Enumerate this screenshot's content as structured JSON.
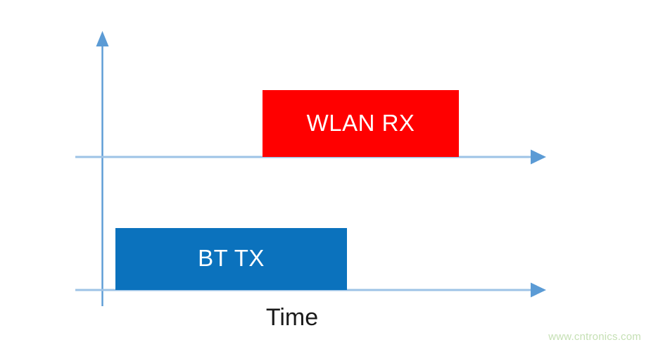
{
  "chart_data": {
    "type": "bar",
    "title": "",
    "subtitle": "",
    "xlabel": "Time",
    "ylabel": "",
    "grid": false,
    "legend_position": "none",
    "description": "Timing diagram showing two separate time axes: an upper axis carrying a WLAN RX activity burst and a lower axis carrying a BT TX activity burst that overlap in time.",
    "axes": [
      {
        "name": "wlan-timeline",
        "baseline_y": 223,
        "x_start": 107,
        "x_end": 775,
        "direction": "right",
        "arrow": true
      },
      {
        "name": "bt-timeline",
        "baseline_y": 412,
        "x_start": 107,
        "x_end": 775,
        "direction": "right",
        "arrow": true
      },
      {
        "name": "vertical-axis",
        "x": 145,
        "y_start": 45,
        "y_end": 435,
        "direction": "up",
        "arrow": true
      }
    ],
    "categories": [
      "BT TX",
      "WLAN RX"
    ],
    "series": [
      {
        "name": "BT TX",
        "track": "bt-timeline",
        "color": "#0b72bd",
        "start": 164,
        "end": 493,
        "duration": 329,
        "height": 88
      },
      {
        "name": "WLAN RX",
        "track": "wlan-timeline",
        "color": "#ff0000",
        "start": 373,
        "end": 652,
        "duration": 279,
        "height": 95
      }
    ],
    "annotations": [
      "Time"
    ]
  },
  "diagram": {
    "blocks": {
      "wlan_rx": {
        "label": "WLAN RX",
        "color": "#ff0000",
        "text_color": "#ffffff"
      },
      "bt_tx": {
        "label": "BT TX",
        "color": "#0b72bd",
        "text_color": "#ffffff"
      }
    },
    "axis": {
      "time_label": "Time",
      "line_color": "#9dc3e6",
      "arrow_color": "#5b9bd5"
    }
  },
  "watermark": {
    "text": "www.cntronics.com",
    "color": "#c5e0b4"
  }
}
